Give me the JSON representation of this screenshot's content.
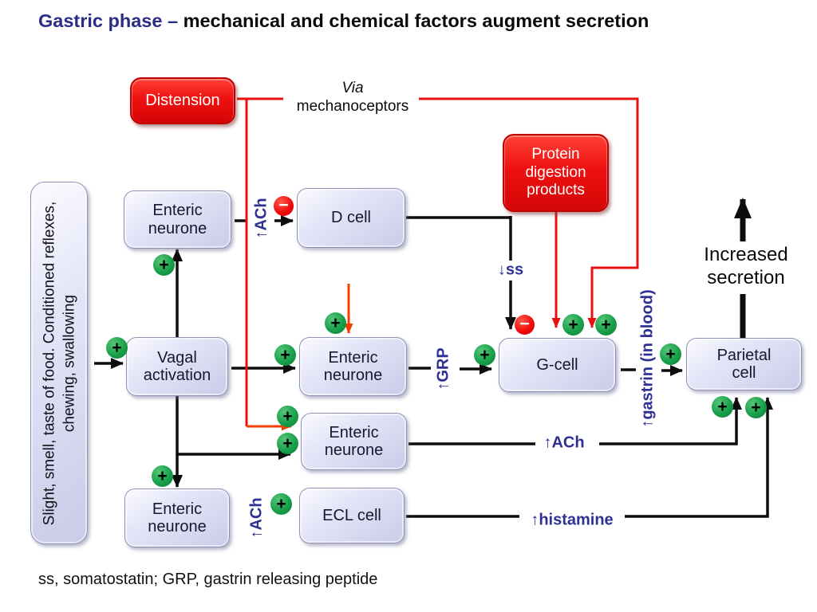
{
  "slide": {
    "title_highlight": "Gastric phase –",
    "title_rest": " mechanical and chemical factors augment secretion",
    "footnote": "ss, somatostatin; GRP, gastrin releasing peptide"
  },
  "nodes": {
    "stimuli": "Slight, smell, taste of food. Conditioned reflexes, chewing, swallowing",
    "distension": "Distension",
    "protein_digestion": "Protein digestion products",
    "enteric_neurone_top": "Enteric neurone",
    "d_cell": "D cell",
    "vagal_activation": "Vagal activation",
    "enteric_neurone_mid": "Enteric neurone",
    "g_cell": "G-cell",
    "parietal_cell": "Parietal cell",
    "enteric_neurone_lower": "Enteric neurone",
    "enteric_neurone_bottom": "Enteric neurone",
    "ecl_cell": "ECL cell"
  },
  "labels": {
    "via_line1": "Via",
    "via_line2": "mechanoceptors",
    "ach_to_d_cell": "↑ACh",
    "somatostatin_down": "↓ss",
    "grp": "↑GRP",
    "ach_to_parietal": "↑ACh",
    "gastrin_in_blood": "↑gastrin (in blood)",
    "histamine": "↑histamine",
    "ach_to_ecl": "↑ACh",
    "increased_secretion": "Increased secretion"
  },
  "symbols": {
    "plus": "+",
    "minus": "−"
  },
  "colors": {
    "stimulant_red": "#e90f0f",
    "cell_lavender": "#d9dbf2",
    "label_blue": "#2e3192",
    "plus_green": "#18a04a",
    "excitatory_line_red": "#e81010",
    "reflex_line_orange": "#f54000"
  }
}
